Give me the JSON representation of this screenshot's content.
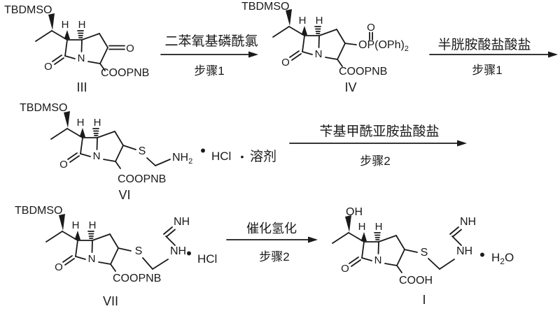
{
  "scheme": {
    "type": "chemical-reaction-scheme",
    "description": "Multi-step synthesis route from bicyclic ketone III via enol phosphate IV, thioether VI, formamidine VII to final product I"
  },
  "colors": {
    "ink": "#1a1a1a",
    "background": "#ffffff"
  },
  "atoms": {
    "TBDMSO": "TBDMSO",
    "H": "H",
    "N": "N",
    "O": "O",
    "S": "S",
    "OH": "OH",
    "NH": "NH",
    "sub2": "2",
    "bullet": "•",
    "HCl": "HCl",
    "solvent": "溶剂",
    "OPOPh": "OP(OPh)",
    "COOPNB": "COOPNB",
    "COOH": "COOH",
    "H2O_H": "H",
    "H2O_O": "O"
  },
  "compounds": {
    "c3": {
      "id": "III"
    },
    "c4": {
      "id": "IV"
    },
    "c6": {
      "id": "VI"
    },
    "c7": {
      "id": "VII"
    },
    "c1": {
      "id": "I"
    }
  },
  "arrows": {
    "a1": {
      "reagent": "二苯氧基磷酰氯",
      "step": "步骤1"
    },
    "a2": {
      "reagent": "半胱胺酸盐酸盐",
      "step": "步骤1"
    },
    "a3": {
      "reagent": "苄基甲酰亚胺盐酸盐",
      "step": "步骤2"
    },
    "a4": {
      "reagent": "催化氢化",
      "step": "步骤2"
    }
  }
}
